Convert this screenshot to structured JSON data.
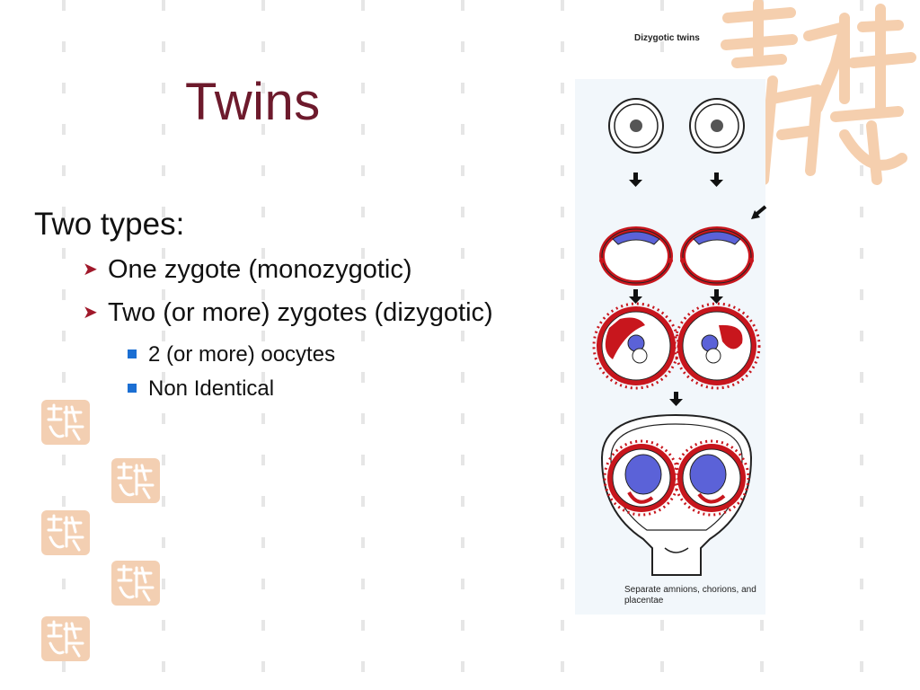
{
  "slide": {
    "title": "Twins",
    "lead": "Two types:",
    "bullets": [
      {
        "text": "One zygote (monozygotic)"
      },
      {
        "text": "Two (or more) zygotes (dizygotic)"
      }
    ],
    "sub_bullets": [
      {
        "text": "2 (or more) oocytes"
      },
      {
        "text": "Non Identical"
      }
    ]
  },
  "figure": {
    "title": "Dizygotic twins",
    "caption": "Separate amnions, chorions, and placentae"
  },
  "colors": {
    "title": "#6d1a2c",
    "arrow_bullet": "#a0182a",
    "square_bullet": "#1b6fd3",
    "tissue_red": "#c8161d",
    "embryo_blue": "#5b62d8"
  },
  "icons": {
    "level2_bullet": "arrow-bullet-icon",
    "level3_bullet": "square-bullet-icon"
  }
}
